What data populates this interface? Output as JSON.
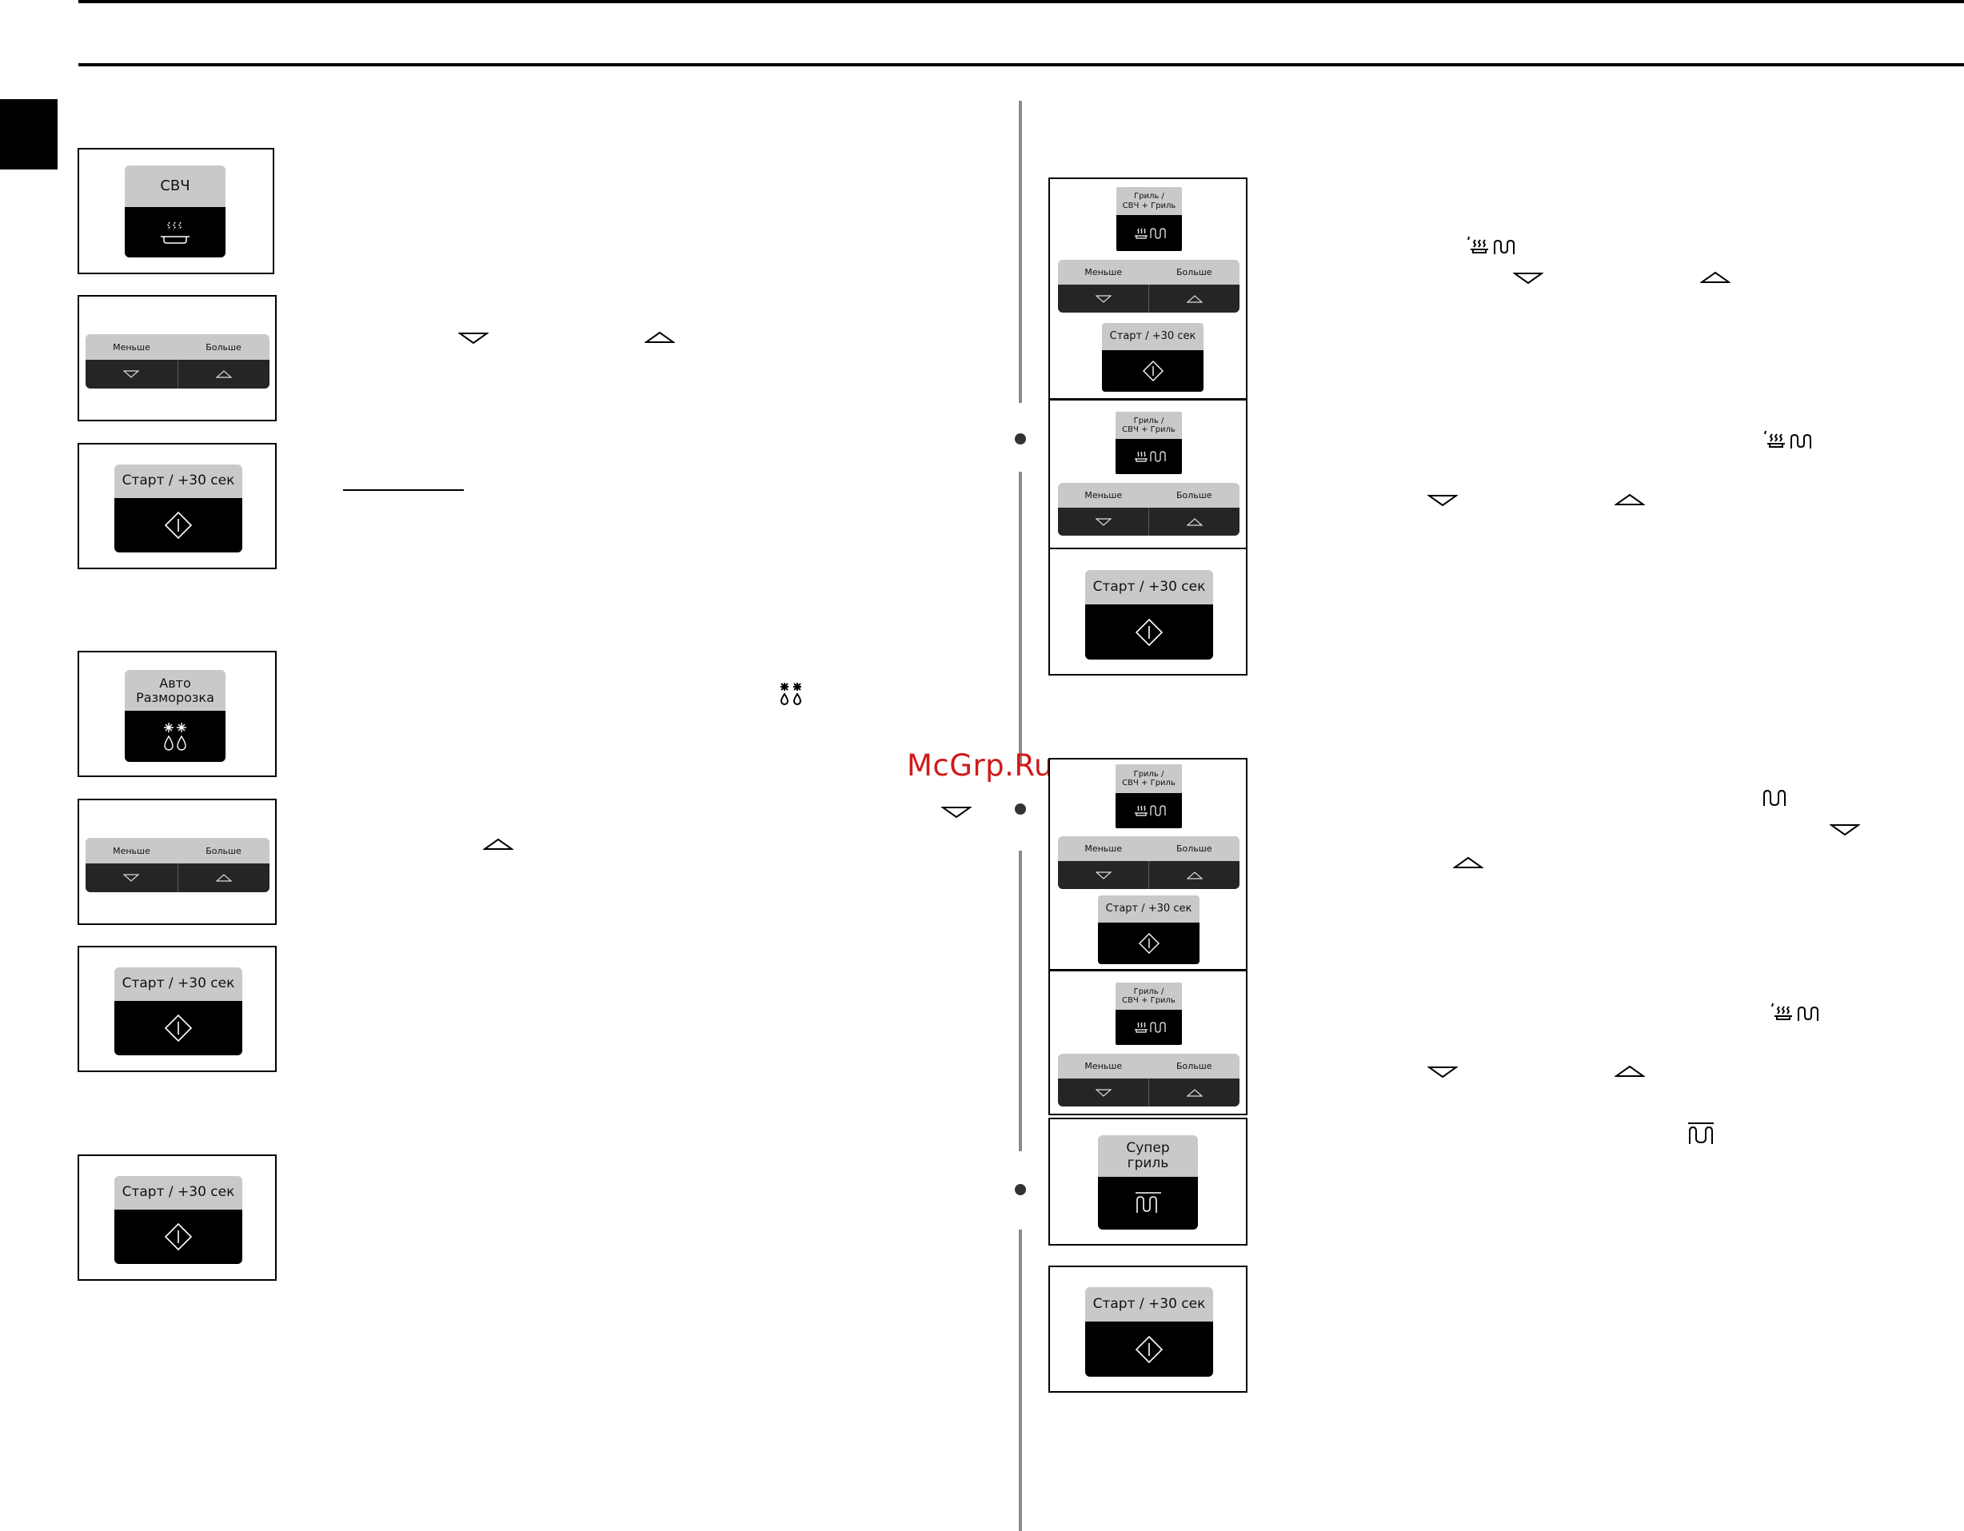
{
  "watermark": "McGrp.Ru",
  "buttons": {
    "mw": "СВЧ",
    "less": "Меньше",
    "more": "Больше",
    "start": "Старт / +30 сек",
    "auto_defrost": "Авто\nРазморозка",
    "grill_combo": "Гриль /\nСВЧ + Гриль",
    "super_grill": "Супер\nгриль"
  },
  "icons": {
    "microwave": "microwave-waves-icon",
    "defrost": "snowflake-drops-icon",
    "start": "start-diamond-icon",
    "grill": "grill-coil-icon",
    "combo": "combo-mw-grill-icon",
    "super_grill": "super-grill-icon"
  }
}
